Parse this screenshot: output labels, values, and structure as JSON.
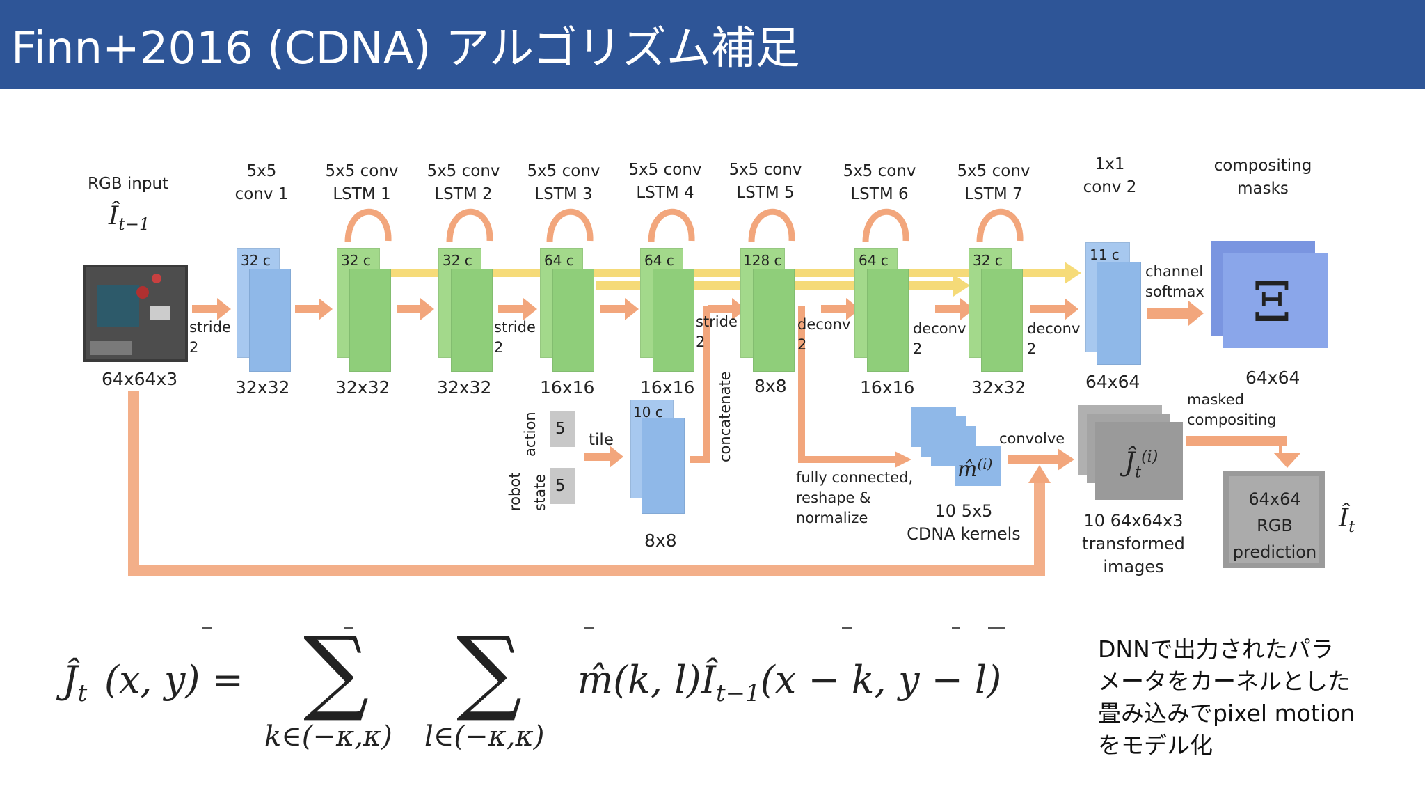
{
  "header": {
    "title": "Finn+2016 (CDNA) アルゴリズム補足"
  },
  "diagram": {
    "input": {
      "label": "RGB input",
      "symbol": "Î",
      "symbol_sub": "t−1",
      "size": "64x64x3"
    },
    "stride2_a": [
      "stride",
      "2"
    ],
    "layers": [
      {
        "id": "conv1",
        "title": [
          "5x5",
          "conv 1"
        ],
        "channels": "32 c",
        "size": "32x32"
      },
      {
        "id": "lstm1",
        "title": [
          "5x5 conv",
          "LSTM 1"
        ],
        "channels": "32 c",
        "size": "32x32"
      },
      {
        "id": "lstm2",
        "title": [
          "5x5 conv",
          "LSTM 2"
        ],
        "channels": "32 c",
        "size": "32x32"
      },
      {
        "id": "lstm3",
        "title": [
          "5x5 conv",
          "LSTM 3"
        ],
        "channels": "64 c",
        "size": "16x16"
      },
      {
        "id": "lstm4",
        "title": [
          "5x5 conv",
          "LSTM 4"
        ],
        "channels": "64 c",
        "size": "16x16"
      },
      {
        "id": "lstm5",
        "title": [
          "5x5 conv",
          "LSTM 5"
        ],
        "channels": "128 c",
        "size": "8x8"
      },
      {
        "id": "lstm6",
        "title": [
          "5x5 conv",
          "LSTM 6"
        ],
        "channels": "64 c",
        "size": "16x16"
      },
      {
        "id": "lstm7",
        "title": [
          "5x5 conv",
          "LSTM 7"
        ],
        "channels": "32 c",
        "size": "32x32"
      },
      {
        "id": "conv2",
        "title": [
          "1x1",
          "conv 2"
        ],
        "channels": "11 c",
        "size": "64x64"
      }
    ],
    "stride_b": [
      "stride",
      "2"
    ],
    "stride_c": [
      "stride",
      "2"
    ],
    "deconv_a": [
      "deconv",
      "2"
    ],
    "deconv_b": [
      "deconv",
      "2"
    ],
    "deconv_c": [
      "deconv",
      "2"
    ],
    "compositing": {
      "title": [
        "compositing",
        "masks"
      ],
      "symbol": "Ξ",
      "size": "64x64"
    },
    "channel_softmax": [
      "channel",
      "softmax"
    ],
    "action_state": {
      "robot": "robot",
      "action": "action",
      "state": "state",
      "action_val": "5",
      "state_val": "5",
      "tile": "tile"
    },
    "state_block": {
      "channels": "10 c",
      "size": "8x8"
    },
    "concatenate": "concatenate",
    "fc": [
      "fully connected,",
      "reshape &",
      "normalize"
    ],
    "kernels": {
      "symbol": "m̂",
      "sup": "(i)",
      "label": [
        "10  5x5",
        "CDNA kernels"
      ]
    },
    "convolve": "convolve",
    "transformed": {
      "symbol": "Ĵ",
      "sub": "t",
      "sup": "(i)",
      "label": [
        "10  64x64x3",
        "transformed",
        "images"
      ]
    },
    "masked": [
      "masked",
      "compositing"
    ],
    "prediction": {
      "text": [
        "64x64",
        "RGB",
        "prediction"
      ],
      "symbol": "Î",
      "sub": "t"
    }
  },
  "equation": {
    "lhs": "Ĵ",
    "lhs_sub": "t",
    "lhs_args": "(x, y) =",
    "sigma": "∑",
    "sub1": "k∈(−κ,κ)",
    "sub2": "l∈(−κ,κ)",
    "rhs": "m̂(k, l)Î",
    "rhs_sub": "t−1",
    "rhs_args": "(x − k, y − l)"
  },
  "note": [
    "DNNで出力されたパラ",
    "メータをカーネルとした",
    "畳み込みでpixel motion",
    "をモデル化"
  ],
  "colors": {
    "header": "#2e5597",
    "blue": "#8fb8e8",
    "green": "#8fce7a",
    "arrow": "#f2a67c",
    "yellow": "#f5d76a"
  }
}
